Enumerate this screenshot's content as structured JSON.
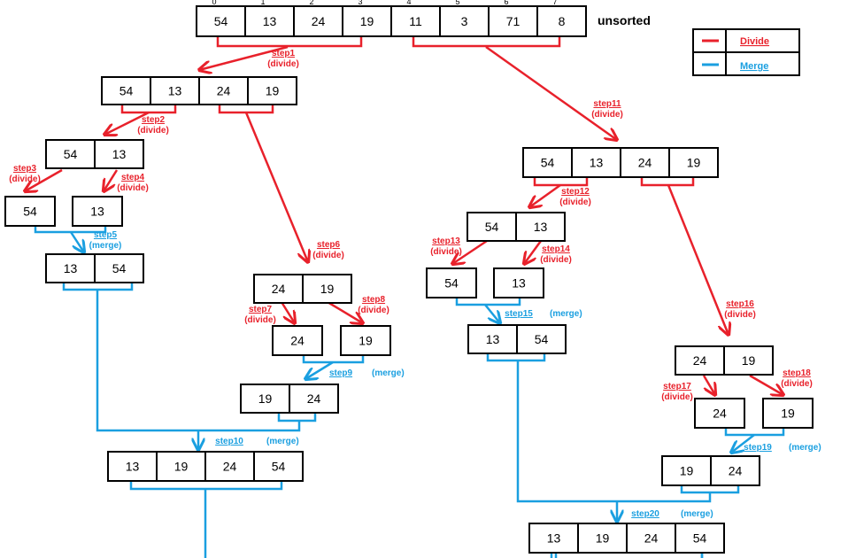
{
  "colors": {
    "divide": "#e8212b",
    "merge": "#1a9fe0",
    "box": "#000000"
  },
  "top_array": {
    "values": [
      "54",
      "13",
      "24",
      "19",
      "11",
      "3",
      "71",
      "8"
    ],
    "indices": [
      "0",
      "1",
      "2",
      "3",
      "4",
      "5",
      "6",
      "7"
    ],
    "label": "unsorted"
  },
  "legend": {
    "divide": "Divide",
    "merge": "Merge"
  },
  "arrays": [
    {
      "id": "a1",
      "values": [
        "54",
        "13",
        "24",
        "19"
      ]
    },
    {
      "id": "a2",
      "values": [
        "54",
        "13"
      ]
    },
    {
      "id": "a3",
      "values": [
        "54"
      ]
    },
    {
      "id": "a4",
      "values": [
        "13"
      ]
    },
    {
      "id": "a5",
      "values": [
        "13",
        "54"
      ]
    },
    {
      "id": "a6",
      "values": [
        "24",
        "19"
      ]
    },
    {
      "id": "a7",
      "values": [
        "24"
      ]
    },
    {
      "id": "a8",
      "values": [
        "19"
      ]
    },
    {
      "id": "a9",
      "values": [
        "19",
        "24"
      ]
    },
    {
      "id": "a10",
      "values": [
        "13",
        "19",
        "24",
        "54"
      ]
    },
    {
      "id": "b1",
      "values": [
        "54",
        "13",
        "24",
        "19"
      ]
    },
    {
      "id": "b2",
      "values": [
        "54",
        "13"
      ]
    },
    {
      "id": "b3",
      "values": [
        "54"
      ]
    },
    {
      "id": "b4",
      "values": [
        "13"
      ]
    },
    {
      "id": "b5",
      "values": [
        "13",
        "54"
      ]
    },
    {
      "id": "b6",
      "values": [
        "24",
        "19"
      ]
    },
    {
      "id": "b7",
      "values": [
        "24"
      ]
    },
    {
      "id": "b8",
      "values": [
        "19"
      ]
    },
    {
      "id": "b9",
      "values": [
        "19",
        "24"
      ]
    },
    {
      "id": "b10",
      "values": [
        "13",
        "19",
        "24",
        "54"
      ]
    }
  ],
  "steps": [
    {
      "id": "s1",
      "name": "step1",
      "action": "(divide)",
      "kind": "divide"
    },
    {
      "id": "s2",
      "name": "step2",
      "action": "(divide)",
      "kind": "divide"
    },
    {
      "id": "s3",
      "name": "step3",
      "action": "(divide)",
      "kind": "divide"
    },
    {
      "id": "s4",
      "name": "step4",
      "action": "(divide)",
      "kind": "divide"
    },
    {
      "id": "s5",
      "name": "step5",
      "action": "(merge)",
      "kind": "merge"
    },
    {
      "id": "s6",
      "name": "step6",
      "action": "(divide)",
      "kind": "divide"
    },
    {
      "id": "s7",
      "name": "step7",
      "action": "(divide)",
      "kind": "divide"
    },
    {
      "id": "s8",
      "name": "step8",
      "action": "(divide)",
      "kind": "divide"
    },
    {
      "id": "s9",
      "name": "step9",
      "action": "(merge)",
      "kind": "merge"
    },
    {
      "id": "s10",
      "name": "step10",
      "action": "(merge)",
      "kind": "merge"
    },
    {
      "id": "s11",
      "name": "step11",
      "action": "(divide)",
      "kind": "divide"
    },
    {
      "id": "s12",
      "name": "step12",
      "action": "(divide)",
      "kind": "divide"
    },
    {
      "id": "s13",
      "name": "step13",
      "action": "(divide)",
      "kind": "divide"
    },
    {
      "id": "s14",
      "name": "step14",
      "action": "(divide)",
      "kind": "divide"
    },
    {
      "id": "s15",
      "name": "step15",
      "action": "(merge)",
      "kind": "merge"
    },
    {
      "id": "s16",
      "name": "step16",
      "action": "(divide)",
      "kind": "divide"
    },
    {
      "id": "s17",
      "name": "step17",
      "action": "(divide)",
      "kind": "divide"
    },
    {
      "id": "s18",
      "name": "step18",
      "action": "(divide)",
      "kind": "divide"
    },
    {
      "id": "s19",
      "name": "step19",
      "action": "(merge)",
      "kind": "merge"
    },
    {
      "id": "s20",
      "name": "step20",
      "action": "(merge)",
      "kind": "merge"
    }
  ]
}
